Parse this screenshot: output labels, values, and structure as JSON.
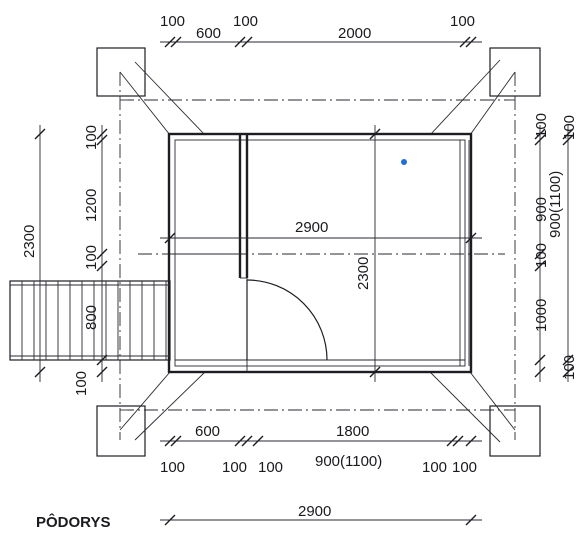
{
  "title": "PÔDORYS",
  "accent_color": "#1e6fd9",
  "dimensions": {
    "top": [
      "100",
      "600",
      "100",
      "2000",
      "100"
    ],
    "bottom_lower": [
      "100",
      "100",
      "100",
      "900(1100)",
      "100",
      "100"
    ],
    "bottom_upper": [
      "600",
      "1800"
    ],
    "left_outer": "2300",
    "left_inner": [
      "100",
      "1200",
      "100",
      "800",
      "100"
    ],
    "right_outer": [
      "100",
      "900",
      "1000",
      "100"
    ],
    "right_alt": [
      "100",
      "900(1100)",
      "100"
    ],
    "interior_width": "2900",
    "interior_height": "2300",
    "overall_width": "2900"
  }
}
